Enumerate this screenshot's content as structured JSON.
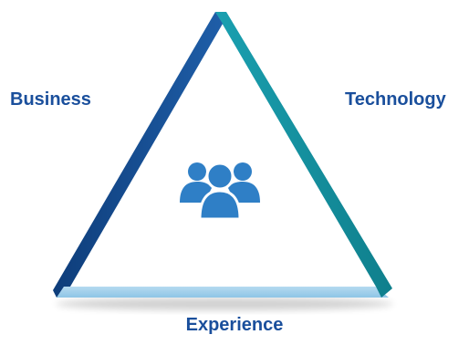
{
  "labels": {
    "business": "Business",
    "technology": "Technology",
    "experience": "Experience"
  },
  "center_icon": "people-group-icon",
  "colors": {
    "label_text": "#1a4f9c",
    "business_edge": "#1f5ea8",
    "business_edge_dark": "#0e3d7a",
    "technology_edge": "#1aa0b0",
    "technology_edge_dark": "#0f7f8c",
    "experience_edge": "#8ec5e6",
    "experience_edge_light": "#b5daf0",
    "icon": "#2f7fc6"
  }
}
